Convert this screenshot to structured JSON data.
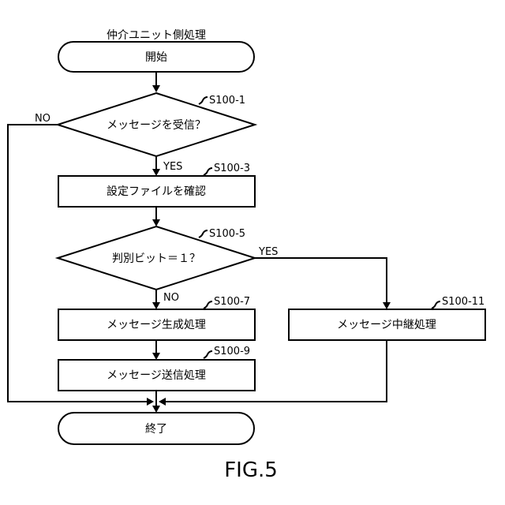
{
  "title": "仲介ユニット側処理",
  "terminals": {
    "start": "開始",
    "end": "終了"
  },
  "decisions": {
    "receive": {
      "label": "メッセージを受信？",
      "step": "S100-1"
    },
    "bit": {
      "label": "判別ビット＝１？",
      "step": "S100-5"
    }
  },
  "processes": {
    "check_settings": {
      "label": "設定ファイルを確認",
      "step": "S100-3"
    },
    "generate": {
      "label": "メッセージ生成処理",
      "step": "S100-7"
    },
    "send": {
      "label": "メッセージ送信処理",
      "step": "S100-9"
    },
    "relay": {
      "label": "メッセージ中継処理",
      "step": "S100-11"
    }
  },
  "branches": {
    "receive_no": "NO",
    "receive_yes": "YES",
    "bit_yes": "YES",
    "bit_no": "NO"
  },
  "figure_label": "FIG.5"
}
